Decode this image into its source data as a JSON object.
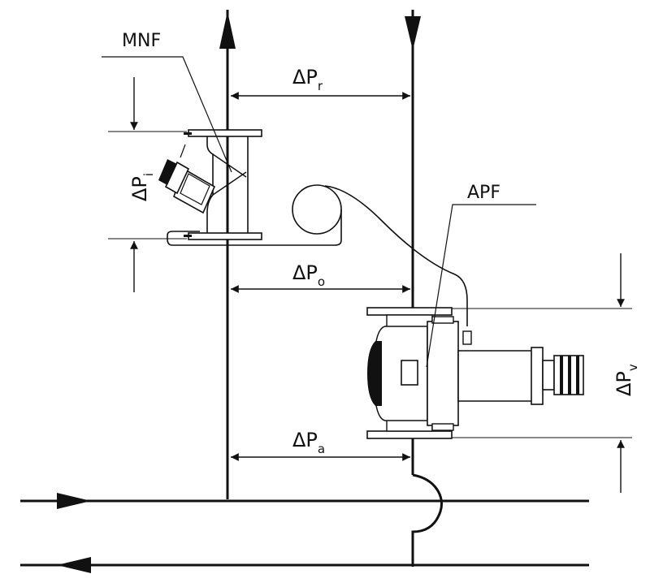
{
  "labels": {
    "mnf": "MNF",
    "apf": "APF",
    "dp_r": {
      "main": "ΔP",
      "sub": "r"
    },
    "dp_i": {
      "main": "ΔP",
      "sub": "i"
    },
    "dp_o": {
      "main": "ΔP",
      "sub": "o"
    },
    "dp_a": {
      "main": "ΔP",
      "sub": "a"
    },
    "dp_v": {
      "main": "ΔP",
      "sub": "v"
    }
  }
}
